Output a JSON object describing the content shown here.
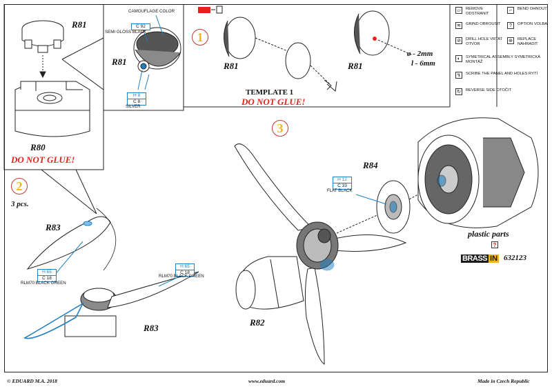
{
  "top_left_box": {
    "part_r81": "R81",
    "part_r80": "R80",
    "warning": "DO NOT GLUE!"
  },
  "detail_box": {
    "camouflage_label": "CAMOUFLAGE COLOR",
    "c92_code": "C 92",
    "semi_gloss_label": "SEMI GLOSS BLACK",
    "part_r81": "R81",
    "h8_code": "H 8",
    "c8_code": "C 8",
    "silver_label": "SILVER"
  },
  "step1": {
    "number": "1",
    "part_left": "R81",
    "part_right": "R81",
    "template_title": "TEMPLATE 1",
    "warning": "DO NOT GLUE!",
    "dia_label": "ø - 2mm",
    "len_label": "l - 6mm"
  },
  "legend": {
    "items": [
      {
        "icon": "remove-icon",
        "glyph": "▱",
        "text": "REMOVE ODSTRANIT"
      },
      {
        "icon": "bend-icon",
        "glyph": "⌐",
        "text": "BEND OHNOUT"
      },
      {
        "icon": "grind-icon",
        "glyph": "≋",
        "text": "GRIND OBROUSIT"
      },
      {
        "icon": "option-icon",
        "glyph": "?",
        "text": "OPTION VOLBA"
      },
      {
        "icon": "drill-icon",
        "glyph": "⊘",
        "text": "DRILL HOLE VRTAT OTVOR"
      },
      {
        "icon": "replace-icon",
        "glyph": "⊛",
        "text": "REPLACE NAHRADIT"
      },
      {
        "icon": "symmetrical-icon",
        "glyph": "◐",
        "text": "SYMETRICAL ASSEMBLY SYMETRICKÁ MONTÁŽ"
      },
      {
        "icon": "scribe-icon",
        "glyph": "↯",
        "text": "SCRIBE THE PANEL AND HOLES RYTÍ"
      },
      {
        "icon": "reverse-icon",
        "glyph": "↻",
        "text": "REVERSE SIDE OTOČIT"
      }
    ]
  },
  "step2": {
    "number": "2",
    "quantity": "3 pcs.",
    "part_r83_top": "R83",
    "part_r83_bottom": "R83",
    "h65_code_a": "H 65",
    "c18_code_a": "C 18",
    "rlm70_label_a": "RLM70 BLACK GREEN",
    "h65_code_b": "H 65",
    "c18_code_b": "C 18",
    "rlm70_label_b": "RLM70 BLACK GREEN"
  },
  "step3": {
    "number": "3",
    "part_r84": "R84",
    "h12_code": "H 12",
    "c33_code": "C 33",
    "flat_black_label": "FLAT BLACK",
    "part_r82": "R82",
    "plastic_parts": "plastic parts",
    "option_glyph": "?",
    "brand": "BRASSIN",
    "brand_split": 5,
    "kit_number": "632123"
  },
  "footer": {
    "left": "© EDUARD  M.A. 2018",
    "center": "www.eduard.com",
    "right": "Made in Czech Republic"
  },
  "colors": {
    "accent_red": "#e0241b",
    "code_blue": "#1e7fc0",
    "step_gold": "#f2b41c"
  }
}
